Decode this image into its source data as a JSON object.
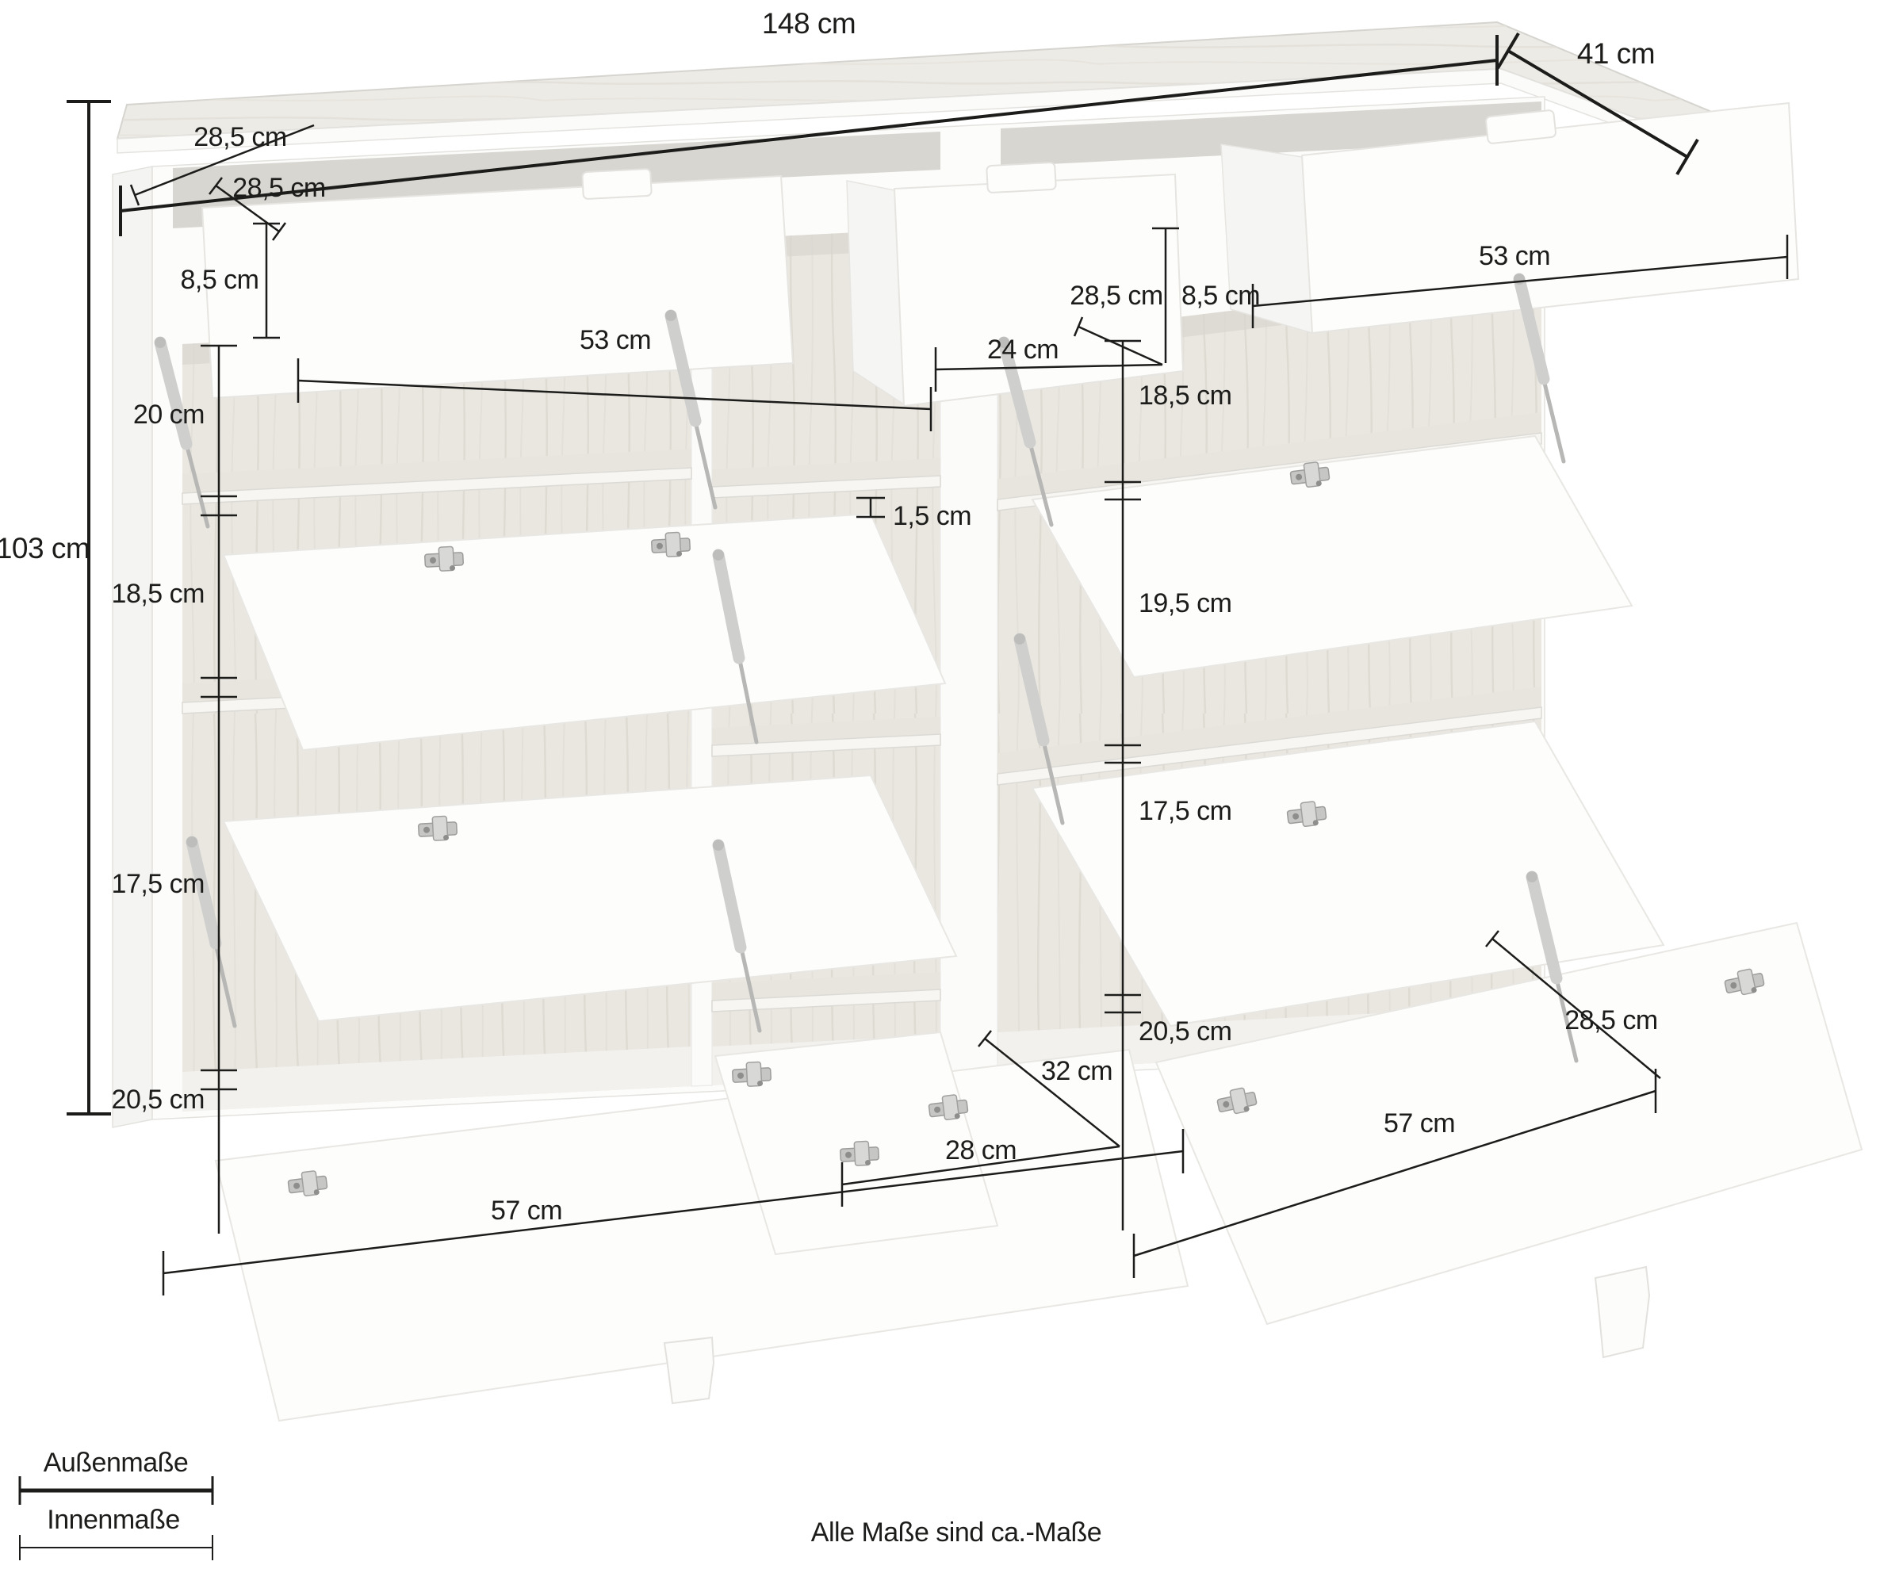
{
  "figure": {
    "type": "furniture-dimension-diagram",
    "subject": "Sideboard mit 3 Schubladen und Klappen (geöffnet)",
    "units": "cm"
  },
  "dims": {
    "total_width": "148 cm",
    "top_depth": "41 cm",
    "total_height": "103 cm",
    "body_depth": "28,5 cm",
    "drawer_left": {
      "depth": "28,5 cm",
      "front_height": "8,5 cm",
      "width": "53 cm"
    },
    "drawer_middle": {
      "depth": "28,5 cm",
      "front_height": "8,5 cm",
      "width": "24 cm"
    },
    "drawer_right": {
      "width": "53 cm"
    },
    "left_column": {
      "c1": "20 cm",
      "c2": "18,5 cm",
      "c3": "17,5 cm",
      "c4": "20,5 cm"
    },
    "middle_column": {
      "c1": "18,5 cm",
      "shelf_thickness": "1,5 cm",
      "c2": "19,5 cm",
      "c3": "17,5 cm",
      "c4": "20,5 cm"
    },
    "open_left": {
      "width": "57 cm"
    },
    "open_middle": {
      "depth": "32 cm",
      "width": "28 cm"
    },
    "open_right": {
      "depth": "28,5 cm",
      "width": "57 cm"
    }
  },
  "legend": {
    "outer_label": "Außenmaße",
    "inner_label": "Innenmaße"
  },
  "footnote": "Alle Maße sind ca.-Maße",
  "colors": {
    "dimension_line": "#1c1c1a",
    "panel_wood": "#edebe6",
    "interior_wood": "#eae7e1",
    "furniture_white": "#fdfdfc"
  }
}
